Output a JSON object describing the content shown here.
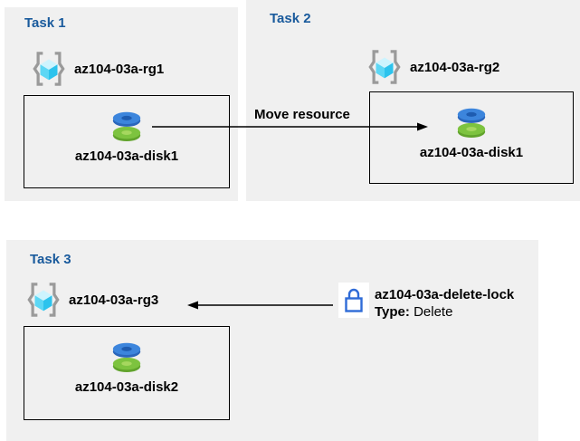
{
  "colors": {
    "panel_bg": "#f0f0f0",
    "title_blue": "#195a9c",
    "text": "#000000",
    "arrow": "#000000",
    "lock_blue": "#2f6bd7",
    "bracket_gray": "#9a9a9a",
    "disk_blue": "#3c85dc",
    "disk_green": "#7dc33f",
    "cube_cyan": "#2cc3ed"
  },
  "tasks": [
    {
      "title": "Task 1",
      "resource_group": "az104-03a-rg1",
      "disk": "az104-03a-disk1"
    },
    {
      "title": "Task 2",
      "resource_group": "az104-03a-rg2",
      "disk": "az104-03a-disk1"
    },
    {
      "title": "Task 3",
      "resource_group": "az104-03a-rg3",
      "disk": "az104-03a-disk2"
    }
  ],
  "move_arrow": {
    "label": "Move resource"
  },
  "lock": {
    "name": "az104-03a-delete-lock",
    "type_label": "Type:",
    "type_value": "Delete"
  }
}
